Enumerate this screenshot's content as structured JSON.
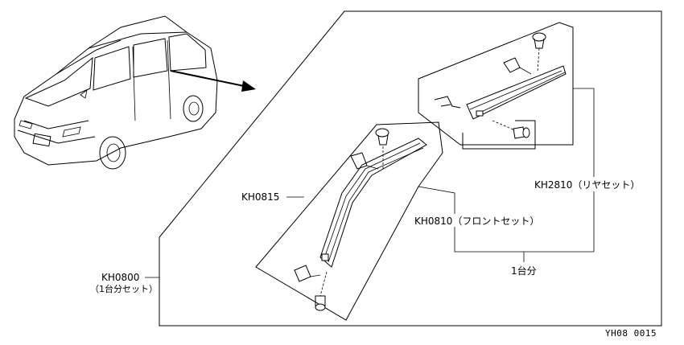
{
  "labels": {
    "kh0815": "KH0815",
    "kh0810": "KH0810（フロントセット）",
    "kh2810": "KH2810（リヤセット）",
    "per_vehicle": "1台分",
    "kh0800": "KH0800",
    "kh0800_sub": "（1台分セット）"
  },
  "figure_code": "YH08  0015"
}
